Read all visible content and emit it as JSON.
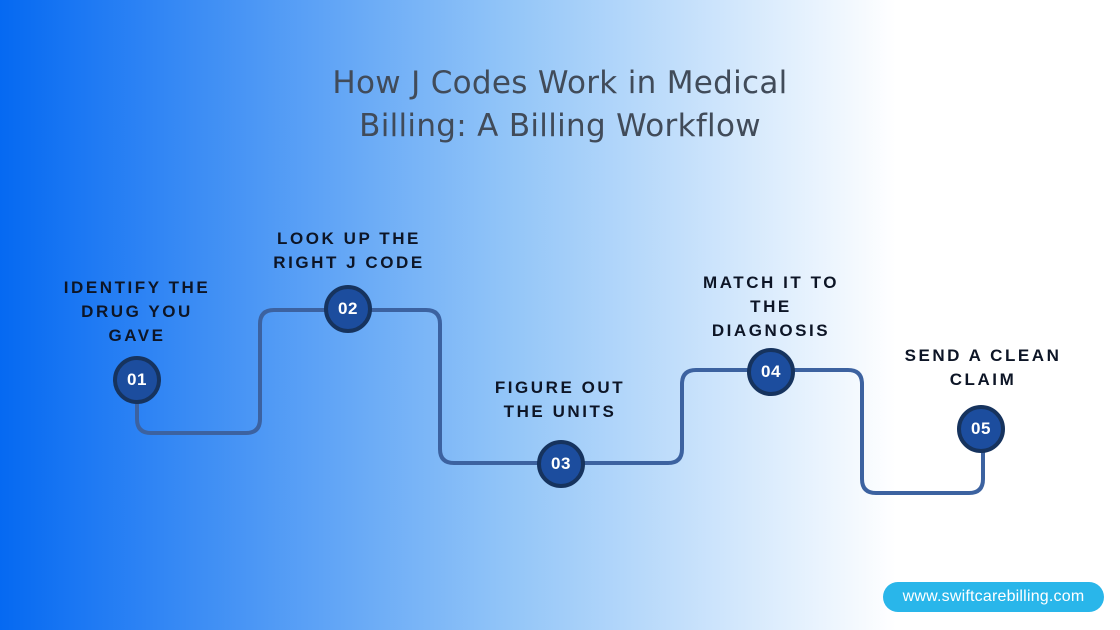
{
  "title": {
    "line1": "How J Codes Work in Medical",
    "line2": "Billing: A Billing Workflow"
  },
  "steps": [
    {
      "number": "01",
      "label_lines": [
        "IDENTIFY THE",
        "DRUG YOU",
        "GAVE"
      ]
    },
    {
      "number": "02",
      "label_lines": [
        "LOOK UP THE",
        "RIGHT J CODE"
      ]
    },
    {
      "number": "03",
      "label_lines": [
        "FIGURE OUT",
        "THE UNITS"
      ]
    },
    {
      "number": "04",
      "label_lines": [
        "MATCH IT TO",
        "THE",
        "DIAGNOSIS"
      ]
    },
    {
      "number": "05",
      "label_lines": [
        "SEND A CLEAN",
        "CLAIM"
      ]
    }
  ],
  "footer": {
    "website": "www.swiftcarebilling.com"
  },
  "colors": {
    "bg-start": "#0569f2",
    "bg-mid": "#94c6f8",
    "bg-end": "#ffffff",
    "title-color": "#414b59",
    "label-color": "#0d1526",
    "circle-fill": "#1c4d9e",
    "circle-ring": "#16335e",
    "line-color": "#3c62a0",
    "badge-bg": "#29b6ea",
    "badge-text": "#ffffff",
    "number-color": "#ffffff"
  }
}
